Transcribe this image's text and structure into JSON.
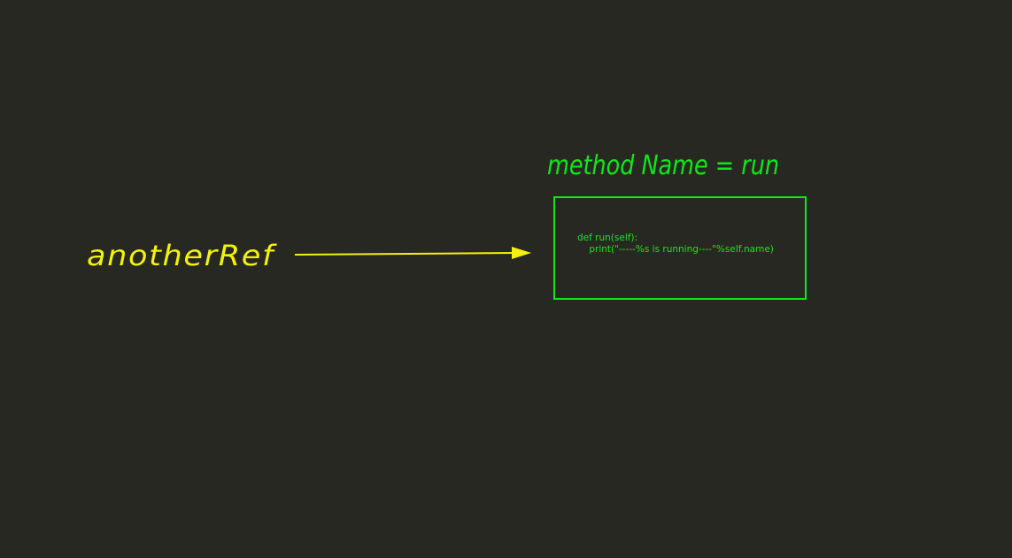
{
  "diagram": {
    "colors": {
      "background": "#282823",
      "pointer": "#f2f20c",
      "object": "#11e61a"
    },
    "pointer_label": "anotherRef",
    "method_label": "method Name = run",
    "code": {
      "line1": "def run(self):",
      "line2": "    print(\"-----%s is running----\"%self.name)"
    }
  }
}
